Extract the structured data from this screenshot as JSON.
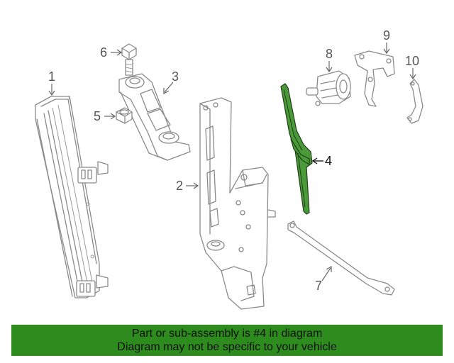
{
  "callouts": {
    "p1": "1",
    "p2": "2",
    "p3": "3",
    "p4": "4",
    "p5": "5",
    "p6": "6",
    "p7": "7",
    "p8": "8",
    "p9": "9",
    "p10": "10"
  },
  "highlight_color": "#4a9a3a",
  "banner": {
    "color": "#2e8b1e",
    "line1": "Part or sub-assembly is #4 in diagram",
    "line2": "Diagram may not be specific to your vehicle"
  }
}
